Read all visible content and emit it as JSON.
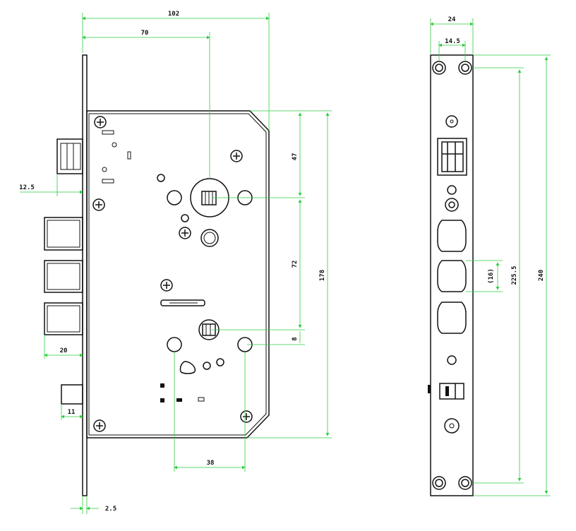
{
  "colors": {
    "outline": "#111111",
    "dimension_line": "#2ecc40",
    "background": "#ffffff"
  },
  "icons": {
    "screw": "cross-screw-icon",
    "hole": "round-hole-icon"
  },
  "front_view": {
    "dim_overall_width": "102",
    "dim_backset": "70",
    "dim_handle_to_cylinder": "72",
    "dim_body_height": "178",
    "dim_top_to_handle": "47",
    "dim_cylinder_offset": "8",
    "dim_cylinder_hole_spacing": "38",
    "dim_faceplate_offset": "12.5",
    "dim_bolt_projection": "20",
    "dim_latch_projection": "11",
    "dim_faceplate_thickness": "2.5"
  },
  "side_view": {
    "dim_faceplate_width": "24",
    "dim_screw_spacing": "14.5",
    "dim_bolt_height": "(16)",
    "dim_screw_pitch": "225.5",
    "dim_faceplate_length": "240"
  }
}
